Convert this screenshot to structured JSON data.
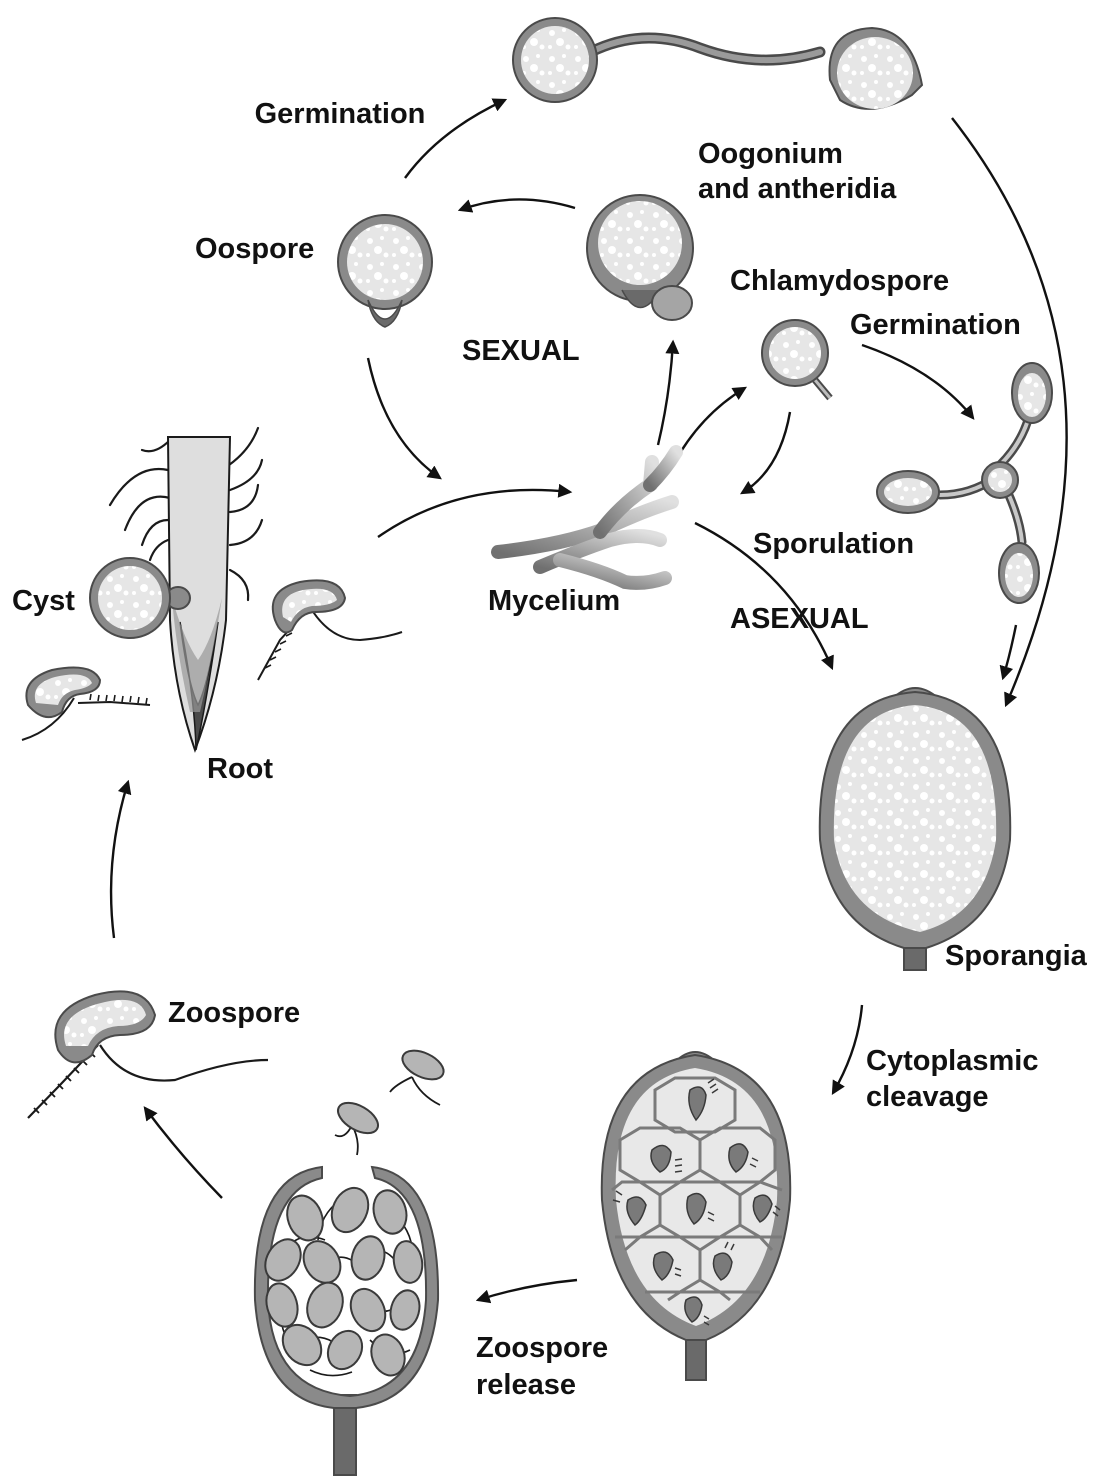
{
  "colors": {
    "outline": "#4a4a4a",
    "wall": "#8a8a8a",
    "fill": "#efefef",
    "arrow": "#111111",
    "text": "#111111"
  },
  "labels": {
    "germination_top": "Germination",
    "oogonium_line1": "Oogonium",
    "oogonium_line2": "and antheridia",
    "oospore": "Oospore",
    "chlamydospore": "Chlamydospore",
    "germination_right": "Germination",
    "sexual": "SEXUAL",
    "sporulation": "Sporulation",
    "cyst": "Cyst",
    "mycelium": "Mycelium",
    "asexual": "ASEXUAL",
    "root": "Root",
    "sporangia": "Sporangia",
    "zoospore": "Zoospore",
    "cytoplasmic_line1": "Cytoplasmic",
    "cytoplasmic_line2": "cleavage",
    "release_line1": "Zoospore",
    "release_line2": "release"
  }
}
